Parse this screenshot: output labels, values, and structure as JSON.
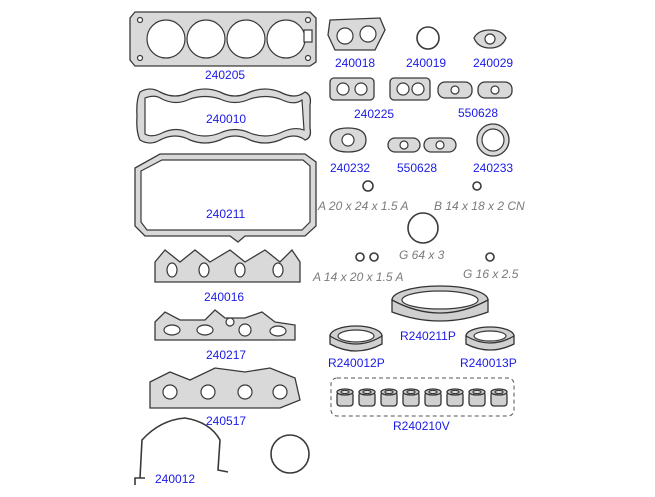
{
  "parts": [
    {
      "id": "240205",
      "label": "240205"
    },
    {
      "id": "240010",
      "label": "240010"
    },
    {
      "id": "240211",
      "label": "240211"
    },
    {
      "id": "240016",
      "label": "240016"
    },
    {
      "id": "240217",
      "label": "240217"
    },
    {
      "id": "240517",
      "label": "240517"
    },
    {
      "id": "240012",
      "label": "240012"
    },
    {
      "id": "240018",
      "label": "240018"
    },
    {
      "id": "240019",
      "label": "240019"
    },
    {
      "id": "240029",
      "label": "240029"
    },
    {
      "id": "240225",
      "label": "240225"
    },
    {
      "id": "550628a",
      "label": "550628"
    },
    {
      "id": "240232",
      "label": "240232"
    },
    {
      "id": "550628b",
      "label": "550628"
    },
    {
      "id": "240233",
      "label": "240233"
    },
    {
      "id": "R240211P",
      "label": "R240211P"
    },
    {
      "id": "R240012P",
      "label": "R240012P"
    },
    {
      "id": "R240013P",
      "label": "R240013P"
    },
    {
      "id": "R240210V",
      "label": "R240210V"
    }
  ],
  "specs": [
    "A 20 x 24 x 1.5 A",
    "B 14 x 18 x 2 CN",
    "G 64 x 3",
    "A 14 x 20 x 1.5 A",
    "G 16 x 2.5"
  ]
}
